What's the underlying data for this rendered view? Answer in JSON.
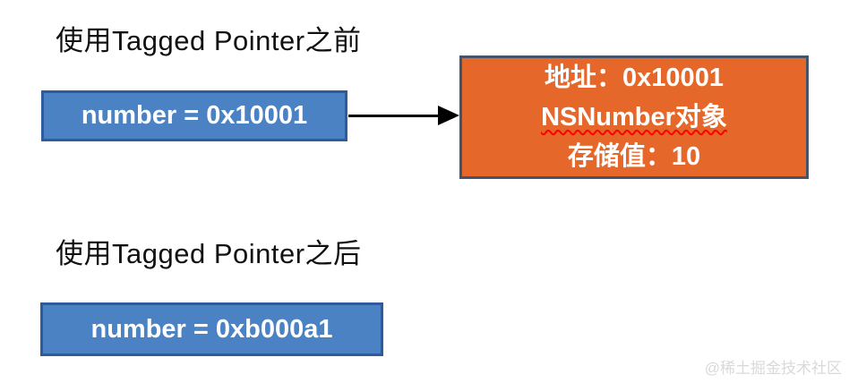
{
  "colors": {
    "page_background": "#ffffff",
    "title_color": "#111111",
    "box_blue_fill": "#4a82c4",
    "box_blue_border": "#2e5b9b",
    "box_orange_fill": "#e5682a",
    "box_orange_border": "#44546a",
    "arrow_color": "#000000",
    "wavy_underline": "#ff0000",
    "watermark_color": "#d9d9d9"
  },
  "sections": {
    "before": {
      "title": "使用Tagged Pointer之前",
      "pointer_box": {
        "label": "number = 0x10001"
      },
      "object_box": {
        "address_line": "地址：0x10001",
        "type_line": "NSNumber对象",
        "value_line": "存储值：10"
      }
    },
    "after": {
      "title": "使用Tagged Pointer之后",
      "pointer_box": {
        "label": "number = 0xb000a1"
      }
    }
  },
  "watermark": "@稀土掘金技术社区",
  "icons": {
    "arrow": "right-arrow"
  }
}
